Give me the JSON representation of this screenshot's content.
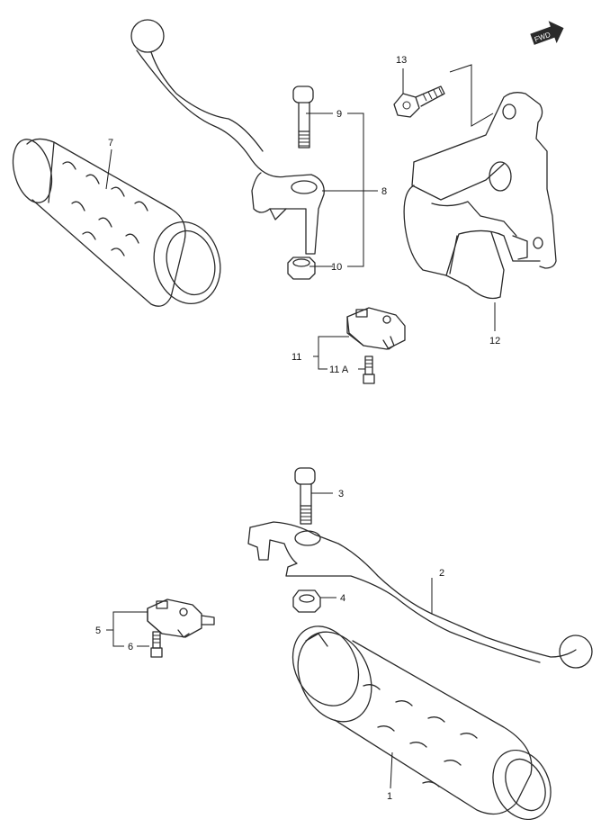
{
  "callouts": {
    "c1": "1",
    "c2": "2",
    "c3": "3",
    "c4": "4",
    "c5": "5",
    "c6": "6",
    "c7": "7",
    "c8": "8",
    "c9": "9",
    "c10": "10",
    "c11": "11",
    "c11a": "11 A",
    "c12": "12",
    "c13": "13"
  },
  "fwd_badge": "FWD",
  "colors": {
    "line": "#2a2a2a",
    "background": "#ffffff"
  }
}
